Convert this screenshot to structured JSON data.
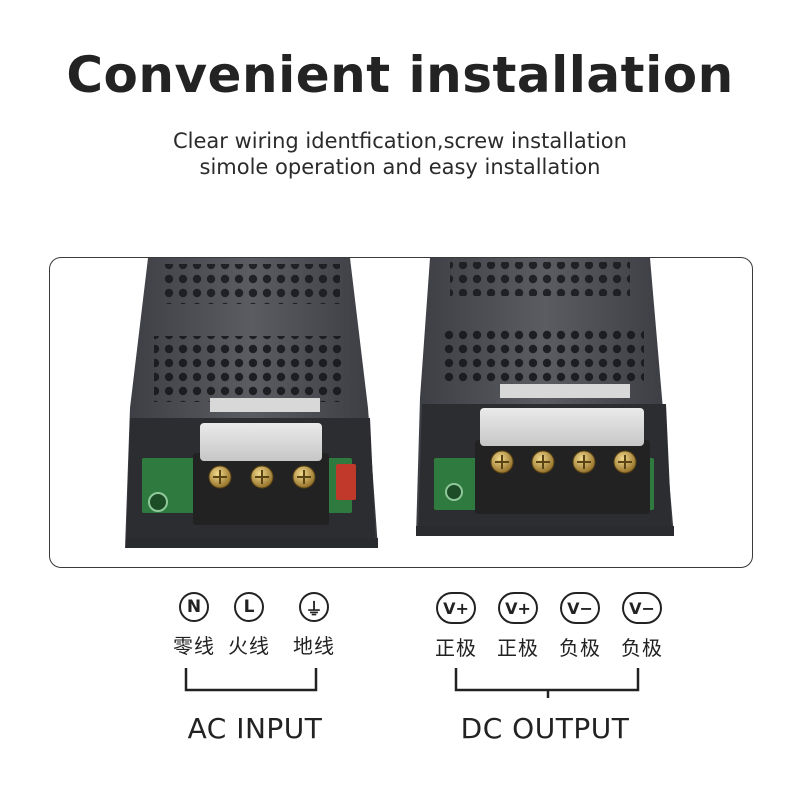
{
  "title": "Convenient installation",
  "subtitle_line1": "Clear wiring identfication,screw installation",
  "subtitle_line2": "simole operation and easy installation",
  "ac_terminals": [
    {
      "symbol": "N",
      "label": "零线",
      "icon": "neutral-icon"
    },
    {
      "symbol": "L",
      "label": "火线",
      "icon": "live-icon"
    },
    {
      "symbol": "⏚",
      "label": "地线",
      "icon": "ground-icon"
    }
  ],
  "dc_terminals": [
    {
      "symbol": "V+",
      "label": "正极",
      "icon": "positive-icon"
    },
    {
      "symbol": "V+",
      "label": "正极",
      "icon": "positive-icon"
    },
    {
      "symbol": "V−",
      "label": "负极",
      "icon": "negative-icon"
    },
    {
      "symbol": "V−",
      "label": "负极",
      "icon": "negative-icon"
    }
  ],
  "ac_label": "AC INPUT",
  "dc_label": "DC OUTPUT",
  "colors": {
    "case": "#4a4c52",
    "terminal_block": "#2a2a2a",
    "pcb": "#2f7a3e",
    "screw": "#c8a24a",
    "cover": "#e6e6e6",
    "switch": "#c0392b"
  }
}
